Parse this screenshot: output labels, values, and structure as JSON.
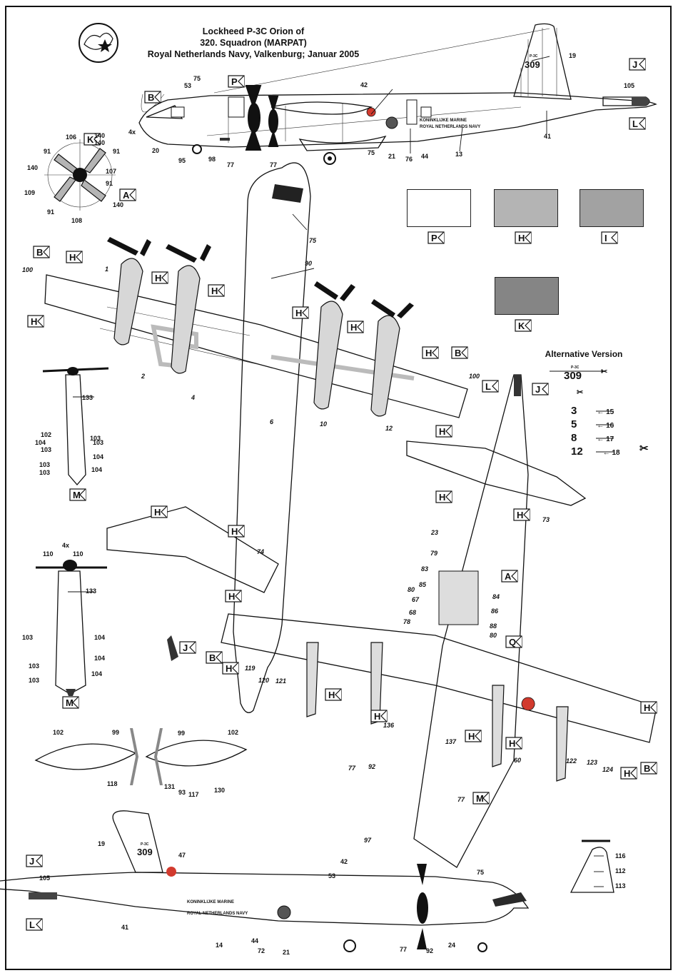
{
  "title": {
    "line1": "Lockheed P-3C Orion of",
    "line2": "320. Squadron (MARPAT)",
    "line3": "Royal Netherlands Navy, Valkenburg; Januar 2005"
  },
  "colours": {
    "P": "#ffffff",
    "H": "#b4b4b4",
    "I": "#a2a2a2",
    "K": "#858585",
    "dark": "#2a2a2a",
    "roundel_red": "#d23a2e",
    "roundel_blue": "#2d4e8f"
  },
  "swatches": [
    {
      "code": "P",
      "color": "#ffffff"
    },
    {
      "code": "H",
      "color": "#b4b4b4"
    },
    {
      "code": "I",
      "color": "#a2a2a2"
    },
    {
      "code": "K",
      "color": "#858585"
    }
  ],
  "codes": {
    "P": "P",
    "H": "H",
    "I": "I",
    "K": "K",
    "B": "B",
    "J": "J",
    "L": "L",
    "A": "A",
    "M": "M",
    "Q": "Q"
  },
  "fuselage_text": {
    "line1": "KONINKLIJKE MARINE",
    "line2": "ROYAL NETHERLANDS NAVY",
    "serial": "309",
    "serial_small": "P-3C"
  },
  "alternative": {
    "title": "Alternative Version",
    "serial": "309",
    "serial_small": "P-3C",
    "rows": [
      {
        "from": "3",
        "to": "15"
      },
      {
        "from": "5",
        "to": "16"
      },
      {
        "from": "8",
        "to": "17"
      },
      {
        "from": "12",
        "to": "18"
      }
    ]
  },
  "labels": {
    "top_side": [
      "75",
      "53",
      "42",
      "19",
      "105",
      "4x",
      "20",
      "95",
      "98",
      "77",
      "77",
      "75",
      "21",
      "76",
      "44",
      "13",
      "41"
    ],
    "prop": [
      "106",
      "140",
      "140",
      "91",
      "91",
      "107",
      "109",
      "91",
      "140",
      "91",
      "140",
      "108"
    ],
    "plan_top": [
      "75",
      "90",
      "100",
      "1",
      "2",
      "4",
      "6",
      "10",
      "12",
      "100",
      "74"
    ],
    "nacelle_a": [
      "133",
      "102",
      "104",
      "103",
      "103",
      "103",
      "104",
      "103",
      "104",
      "103"
    ],
    "nacelle_b": [
      "4x",
      "110",
      "110",
      "133",
      "103",
      "104",
      "104",
      "103",
      "104",
      "103"
    ],
    "pods": [
      "102",
      "99",
      "118",
      "99",
      "102",
      "131",
      "93",
      "117",
      "130"
    ],
    "plan_bottom": [
      "73",
      "23",
      "79",
      "83",
      "85",
      "80",
      "67",
      "68",
      "78",
      "84",
      "86",
      "88",
      "80",
      "119",
      "120",
      "121",
      "136",
      "92",
      "77",
      "137",
      "60",
      "122",
      "123",
      "124",
      "77",
      "97"
    ],
    "bottom_side": [
      "19",
      "47",
      "42",
      "53",
      "75",
      "105",
      "41",
      "14",
      "44",
      "72",
      "21",
      "77",
      "92",
      "24",
      "116",
      "112",
      "113"
    ]
  }
}
